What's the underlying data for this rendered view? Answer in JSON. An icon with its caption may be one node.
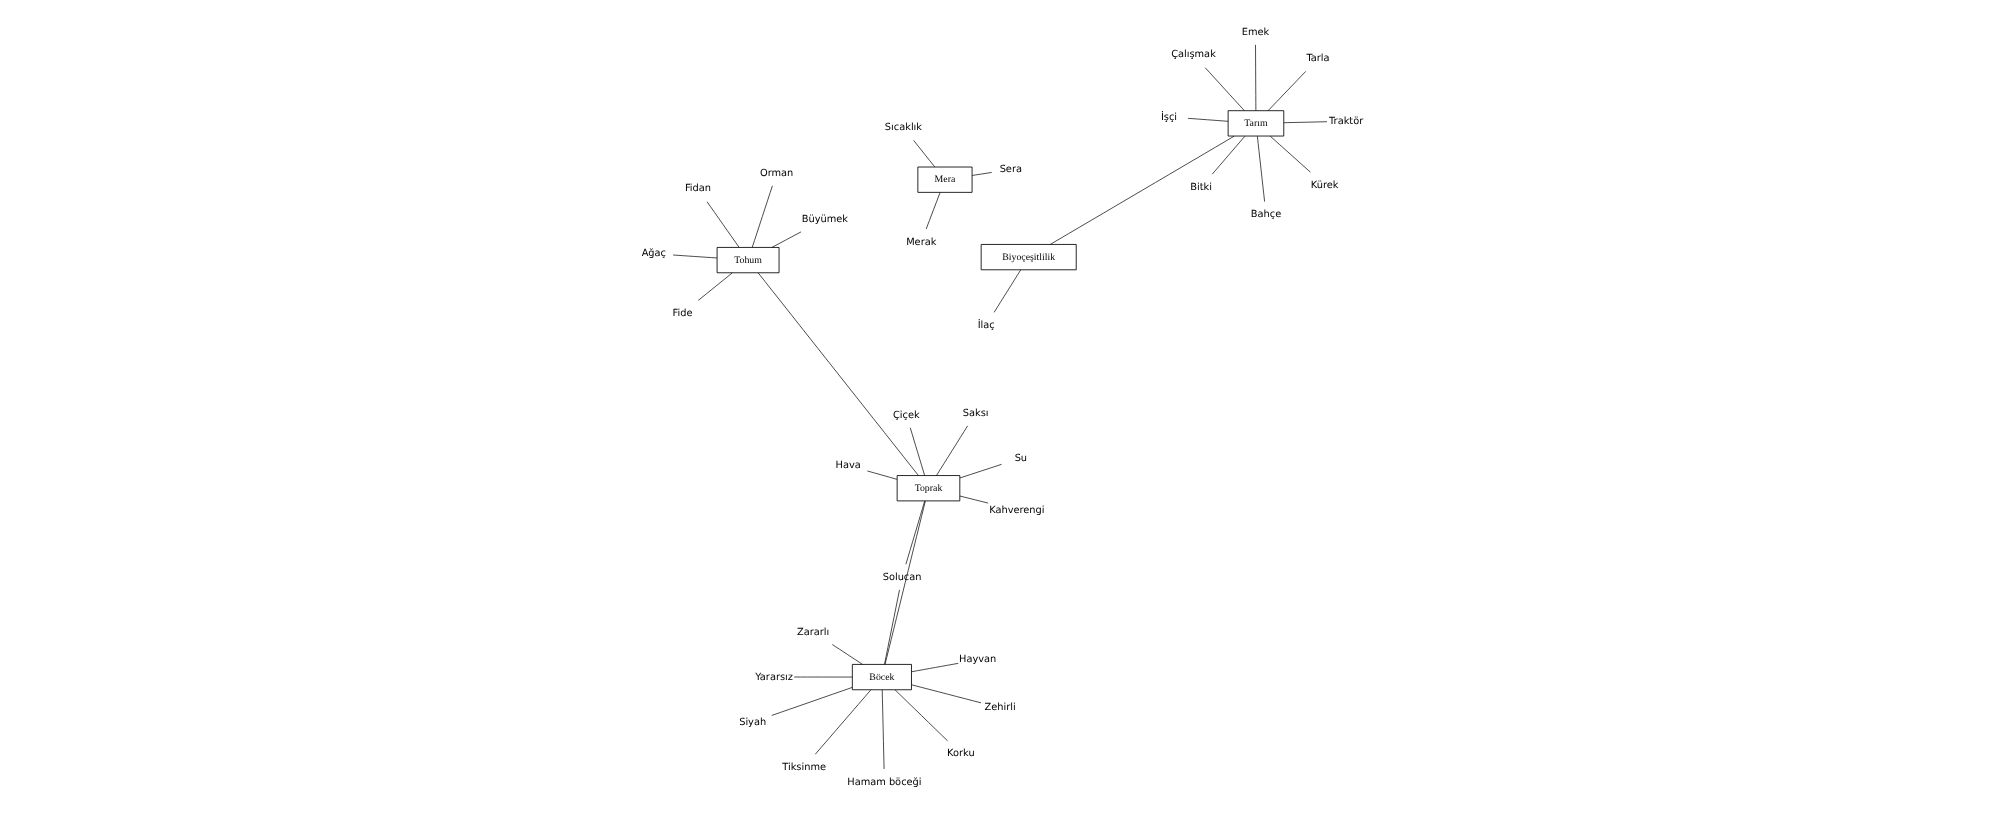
{
  "diagram": {
    "nodes": [
      {
        "text": [
          "Böcek"
        ]
      },
      {
        "text": [
          "Toprak"
        ]
      },
      {
        "text": [
          "Tohum"
        ]
      },
      {
        "text": [
          "Biyoçeşitlilik"
        ]
      },
      {
        "text": [
          "Tarım"
        ]
      },
      {
        "text": [
          "Mera"
        ]
      },
      {
        "text": [
          "Yararsız"
        ]
      },
      {
        "text": [
          "Hayvan"
        ]
      },
      {
        "text": [
          "Zararlı"
        ]
      },
      {
        "text": [
          "Siyah"
        ]
      },
      {
        "text": [
          "Zehirli"
        ]
      },
      {
        "text": [
          "Tiksinme"
        ]
      },
      {
        "text": [
          "Korku"
        ]
      },
      {
        "text": [
          "Hamam böceği"
        ]
      },
      {
        "text": [
          "Solucan"
        ]
      },
      {
        "text": [
          "Saksı"
        ]
      },
      {
        "text": [
          "Çiçek"
        ]
      },
      {
        "text": [
          "Hava"
        ]
      },
      {
        "text": [
          "Kahverengi"
        ]
      },
      {
        "text": [
          "Su"
        ]
      },
      {
        "text": [
          "Fidan"
        ]
      },
      {
        "text": [
          "Ağaç"
        ]
      },
      {
        "text": [
          "Orman"
        ]
      },
      {
        "text": [
          "Büyümek"
        ]
      },
      {
        "text": [
          "Fide"
        ]
      },
      {
        "text": [
          "İlaç"
        ]
      },
      {
        "text": [
          "Emek"
        ]
      },
      {
        "text": [
          "Tarla"
        ]
      },
      {
        "text": [
          "Çalışmak"
        ]
      },
      {
        "text": [
          "Bitki"
        ]
      },
      {
        "text": [
          "Traktör"
        ]
      },
      {
        "text": [
          "İşçi"
        ]
      },
      {
        "text": [
          "Kürek"
        ]
      },
      {
        "text": [
          "Bahçe"
        ]
      },
      {
        "text": [
          "Sera"
        ]
      },
      {
        "text": [
          "Merak"
        ]
      },
      {
        "text": [
          "Sıcaklık"
        ]
      }
    ],
    "edges": [
      {
        "from": 0,
        "to": 1,
        "arrow": "none"
      },
      {
        "from": 1,
        "to": 2,
        "arrow": "none"
      },
      {
        "from": 3,
        "to": 4,
        "arrow": "none"
      },
      {
        "from": 0,
        "to": 6,
        "arrow": "none"
      },
      {
        "from": 0,
        "to": 7,
        "arrow": "none"
      },
      {
        "from": 0,
        "to": 8,
        "arrow": "none"
      },
      {
        "from": 0,
        "to": 9,
        "arrow": "none"
      },
      {
        "from": 0,
        "to": 10,
        "arrow": "none"
      },
      {
        "from": 0,
        "to": 11,
        "arrow": "none"
      },
      {
        "from": 0,
        "to": 12,
        "arrow": "none"
      },
      {
        "from": 0,
        "to": 13,
        "arrow": "none"
      },
      {
        "from": 0,
        "to": 14,
        "arrow": "none"
      },
      {
        "from": 1,
        "to": 15,
        "arrow": "none"
      },
      {
        "from": 1,
        "to": 16,
        "arrow": "none"
      },
      {
        "from": 1,
        "to": 14,
        "arrow": "none"
      },
      {
        "from": 1,
        "to": 17,
        "arrow": "none"
      },
      {
        "from": 1,
        "to": 18,
        "arrow": "none"
      },
      {
        "from": 1,
        "to": 19,
        "arrow": "none"
      },
      {
        "from": 2,
        "to": 20,
        "arrow": "none"
      },
      {
        "from": 2,
        "to": 21,
        "arrow": "none"
      },
      {
        "from": 2,
        "to": 22,
        "arrow": "none"
      },
      {
        "from": 2,
        "to": 23,
        "arrow": "none"
      },
      {
        "from": 2,
        "to": 24,
        "arrow": "none"
      },
      {
        "from": 3,
        "to": 25,
        "arrow": "none"
      },
      {
        "from": 4,
        "to": 26,
        "arrow": "none"
      },
      {
        "from": 4,
        "to": 27,
        "arrow": "none"
      },
      {
        "from": 4,
        "to": 28,
        "arrow": "none"
      },
      {
        "from": 4,
        "to": 29,
        "arrow": "none"
      },
      {
        "from": 4,
        "to": 30,
        "arrow": "none"
      },
      {
        "from": 4,
        "to": 31,
        "arrow": "none"
      },
      {
        "from": 4,
        "to": 32,
        "arrow": "none"
      },
      {
        "from": 4,
        "to": 33,
        "arrow": "none"
      },
      {
        "from": 5,
        "to": 34,
        "arrow": "none"
      },
      {
        "from": 5,
        "to": 35,
        "arrow": "none"
      },
      {
        "from": 5,
        "to": 36,
        "arrow": "none"
      }
    ]
  }
}
